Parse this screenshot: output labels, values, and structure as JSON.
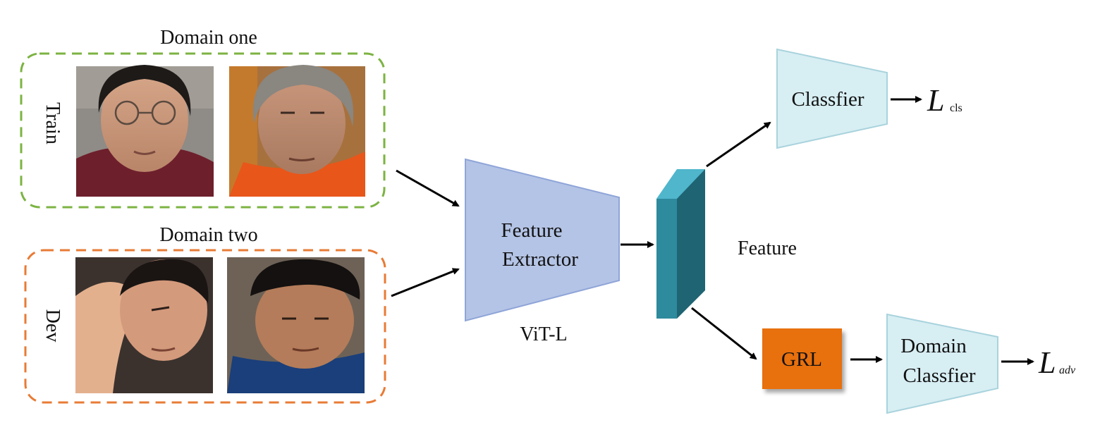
{
  "domains": [
    {
      "title": "Domain one",
      "split": "Train",
      "border_color": "#7cb342"
    },
    {
      "title": "Domain two",
      "split": "Dev",
      "border_color": "#e87b35"
    }
  ],
  "extractor": {
    "line1": "Feature",
    "line2": "Extractor",
    "backbone": "ViT-L",
    "fill": "#b4c4e6",
    "stroke": "#8fa5d8"
  },
  "feature": {
    "label": "Feature",
    "front": "#2e8a9d",
    "side": "#1f6472",
    "top": "#4fb6cc"
  },
  "classifier": {
    "label": "Classfier",
    "fill": "#d7eef3",
    "stroke": "#a9d3dd"
  },
  "loss_cls": {
    "symbol": "L",
    "sub": "cls"
  },
  "grl": {
    "label": "GRL",
    "fill": "#e8700f"
  },
  "domain_classifier": {
    "line1": "Domain",
    "line2": "Classfier",
    "fill": "#d7eef3",
    "stroke": "#a9d3dd"
  },
  "loss_adv": {
    "symbol": "L",
    "sub": "adv"
  }
}
